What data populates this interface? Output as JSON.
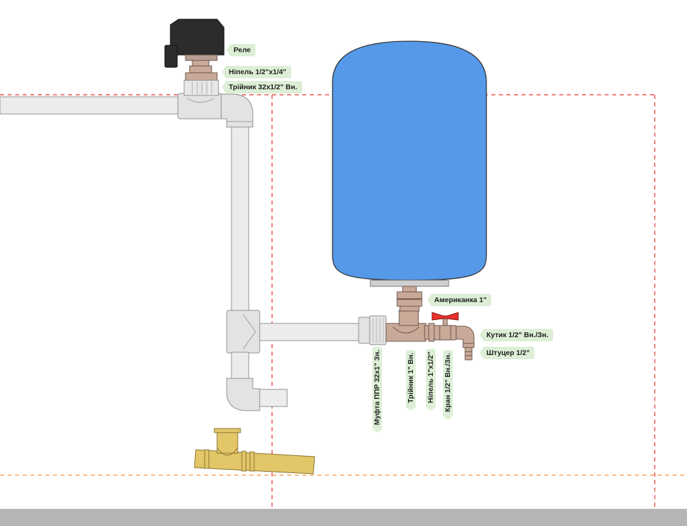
{
  "colors": {
    "tank": "#5599e8",
    "pipe": "#ececec",
    "pipe_outline": "#8f8f8f",
    "brass": "#c9a998",
    "brass_outline": "#6b554b",
    "guide_red": "#ef5350",
    "guide_orange": "#f6a45c",
    "floor": "#b5b5b5",
    "valve_handle": "#e8322b",
    "sewer_pipe": "#e2c668",
    "relay": "#2c2c2c",
    "label_bg": "#dcefd6"
  },
  "labels": {
    "relay": "Реле",
    "nipple_quarter": "Ніпель 1/2\"x1/4\"",
    "tee_32": "Трійник 32x1/2\" Вн.",
    "union": "Американка 1\"",
    "elbow": "Кутик 1/2\" Вн./Зн.",
    "fitting": "Штуцер 1/2\"",
    "coupling": "Муфта ППР 32x1\" Зн.",
    "tee_1": "Трійник 1\" Вн.",
    "nipple_1": "Ніпель 1\"x1/2\"",
    "valve": "Кран 1/2\" Вн./Зн."
  }
}
